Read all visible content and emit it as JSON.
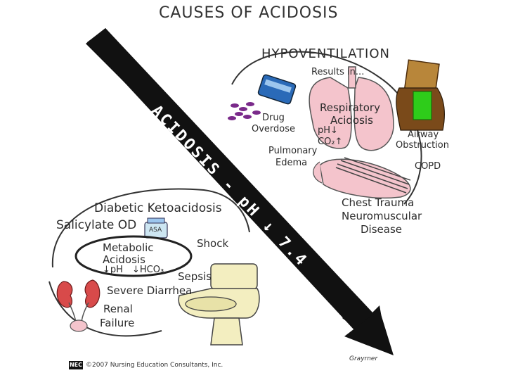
{
  "title": "CAUSES OF ACIDOSIS",
  "arrow_label": "ACIDOSIS - pH ↓ 7.4",
  "hypoventilation": {
    "heading": "HYPOVENTILATION",
    "results_in": "Results in...",
    "respiratory_acidosis": [
      "Respiratory",
      "Acidosis"
    ],
    "ph": "pH↓",
    "co2": "CO₂↑",
    "causes": {
      "drug_overdose": [
        "Drug",
        "Overdose"
      ],
      "pulmonary_edema": [
        "Pulmonary",
        "Edema"
      ],
      "airway_obstruction": [
        "Airway",
        "Obstruction"
      ],
      "copd": "COPD",
      "chest_trauma": "Chest Trauma",
      "neuromuscular": [
        "Neuromuscular",
        "Disease"
      ]
    }
  },
  "metabolic": {
    "diabetic": "Diabetic Ketoacidosis",
    "salicylate": "Salicylate OD",
    "asa_label": "ASA",
    "heading": [
      "Metabolic",
      "Acidosis"
    ],
    "ph": "↓pH",
    "hco3": "↓HCO₃",
    "shock": "Shock",
    "sepsis": "Sepsis",
    "diarrhea": "Severe Diarrhea",
    "renal": [
      "Renal",
      "Failure"
    ]
  },
  "footer": {
    "logo": "NEC",
    "copyright": "©2007 Nursing Education Consultants, Inc.",
    "signature": "Grayrner"
  },
  "colors": {
    "arrow": "#111111",
    "pill_purple": "#7a2a8a",
    "lung_pink": "#f4c4cc",
    "skin_brown": "#7a4a1a",
    "shirt_green": "#2ecc1a",
    "bag_tan": "#b8863a",
    "kidney_red": "#d84a4a",
    "bottle_blue": "#2a6ab8",
    "toilet_cream": "#f3eec0"
  }
}
